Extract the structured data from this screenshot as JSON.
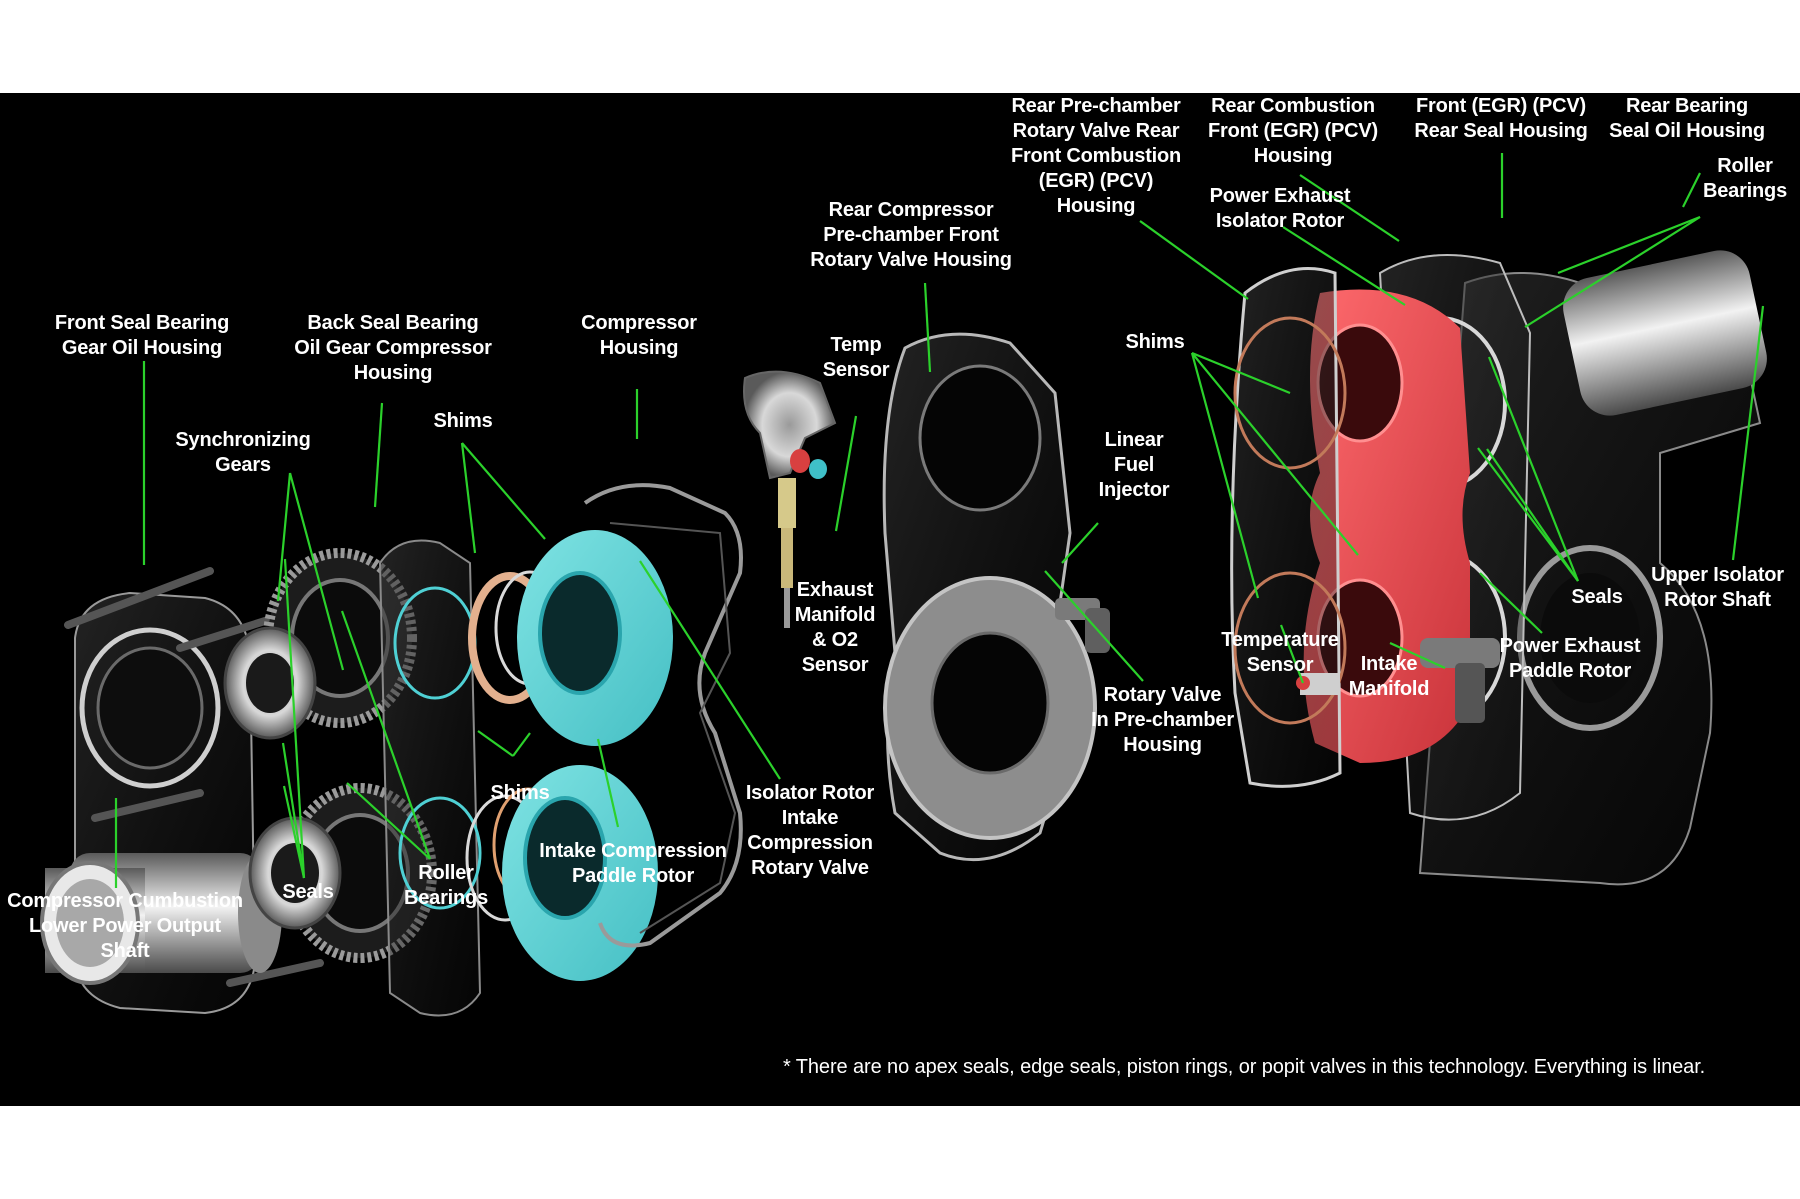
{
  "colors": {
    "background": "#000000",
    "frame": "#ffffff",
    "leader_line": "#2bd12b",
    "label_text": "#ffffff",
    "intake_parts": "#62d6d6",
    "exhaust_parts": "#e8484c"
  },
  "labels": {
    "front_seal_bearing": "Front Seal Bearing\nGear Oil Housing",
    "back_seal_bearing": "Back Seal Bearing\nOil Gear Compressor\nHousing",
    "compressor_housing": "Compressor\nHousing",
    "rear_compressor_housing": "Rear Compressor\nPre-chamber Front\nRotary Valve Housing",
    "rear_prechamber": "Rear Pre-chamber\nRotary Valve Rear\nFront Combustion\n(EGR) (PCV)\nHousing",
    "rear_combustion": "Rear Combustion\nFront (EGR) (PCV)\nHousing",
    "front_egr_pcv": "Front (EGR) (PCV)\nRear Seal Housing",
    "rear_bearing_seal": "Rear Bearing\nSeal Oil Housing",
    "roller_bearings_right": "Roller\nBearings",
    "power_exhaust_isolator": "Power Exhaust\nIsolator Rotor",
    "shims_right": "Shims",
    "synchronizing_gears": "Synchronizing\nGears",
    "shims_upper": "Shims",
    "temp_sensor": "Temp\nSensor",
    "linear_fuel_injector": "Linear\nFuel\nInjector",
    "exhaust_manifold_o2": "Exhaust\nManifold\n& O2\nSensor",
    "seals_right": "Seals",
    "upper_isolator_shaft": "Upper Isolator\nRotor Shaft",
    "temperature_sensor": "Temperature\nSensor",
    "power_exhaust_paddle": "Power Exhaust\nPaddle Rotor",
    "intake_manifold": "Intake\nManifold",
    "rotary_valve_prechamber": "Rotary Valve\nIn Pre-chamber\nHousing",
    "isolator_rotor_intake": "Isolator Rotor\nIntake\nCompression\nRotary Valve",
    "shims_lower": "Shims",
    "intake_compression_paddle": "Intake Compression\nPaddle Rotor",
    "roller_bearings_left": "Roller\nBearings",
    "seals_left": "Seals",
    "compressor_output_shaft": "Compressor Cumbustion\nLower Power Output\nShaft"
  },
  "footnote": "* There are no apex seals, edge seals, piston rings, or popit valves in this technology. Everything is linear."
}
